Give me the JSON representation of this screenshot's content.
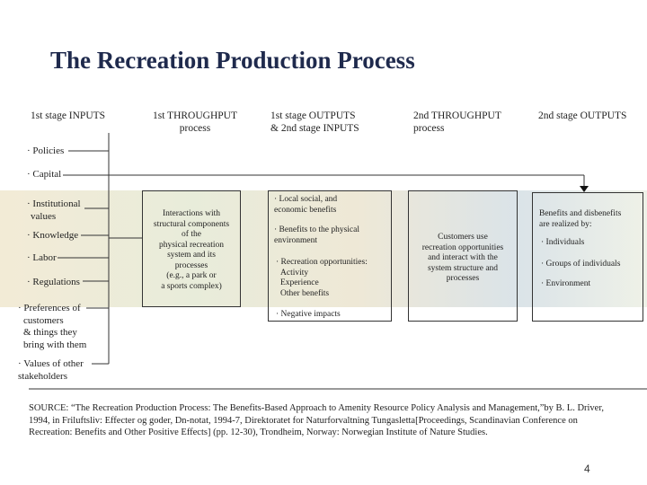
{
  "title": "The Recreation Production Process",
  "headers": {
    "col1": "1st stage INPUTS",
    "col2_l1": "1st THROUGHPUT",
    "col2_l2": "process",
    "col3_l1": "1st stage OUTPUTS",
    "col3_l2": "& 2nd stage INPUTS",
    "col4_l1": "2nd THROUGHPUT",
    "col4_l2": "process",
    "col5": "2nd stage OUTPUTS"
  },
  "inputs": {
    "policies": "· Policies",
    "capital": "· Capital",
    "institutional_l1": "· Institutional",
    "institutional_l2": "values",
    "knowledge": "· Knowledge",
    "labor": "· Labor",
    "regulations": "· Regulations",
    "preferences_l1": "· Preferences of",
    "preferences_l2": "customers",
    "preferences_l3": "& things they",
    "preferences_l4": "bring with them",
    "values_l1": "· Values of other",
    "values_l2": "stakeholders"
  },
  "throughput1": {
    "l1": "Interactions with",
    "l2": "structural components",
    "l3": "of the",
    "l4": "physical recreation",
    "l5": "system and its",
    "l6": "processes",
    "l7": "(e.g., a park or",
    "l8": "a sports complex)"
  },
  "outputs1": {
    "local_l1": "· Local social, and",
    "local_l2": "economic benefits",
    "benefits_l1": "· Benefits to the physical",
    "benefits_l2": "environment",
    "recreation_l1": "· Recreation opportunities:",
    "recreation_l2": "Activity",
    "recreation_l3": "Experience",
    "recreation_l4": "Other benefits",
    "negative": "· Negative impacts"
  },
  "throughput2": {
    "l1": "Customers use",
    "l2": "recreation opportunities",
    "l3": "and interact with the",
    "l4": "system structure and",
    "l5": "processes"
  },
  "outputs2": {
    "intro_l1": "Benefits and disbenefits",
    "intro_l2": "are realized by:",
    "individuals": "· Individuals",
    "groups": "· Groups of individuals",
    "environment": "· Environment"
  },
  "source": "SOURCE: “The Recreation Production Process: The Benefits-Based Approach to Amenity Resource Policy Analysis and Management,”by B. L. Driver, 1994, in Friluftsliv: Effecter og goder, Dn-notat, 1994-7, Direktoratet for Naturforvaltning Tungasletta[Proceedings, Scandinavian Conference on Recreation: Benefits and Other Positive Effects] (pp. 12-30), Trondheim, Norway: Norwegian Institute of Nature Studies.",
  "page_number": "4",
  "colors": {
    "title": "#1f2a4d",
    "line": "#333333"
  }
}
